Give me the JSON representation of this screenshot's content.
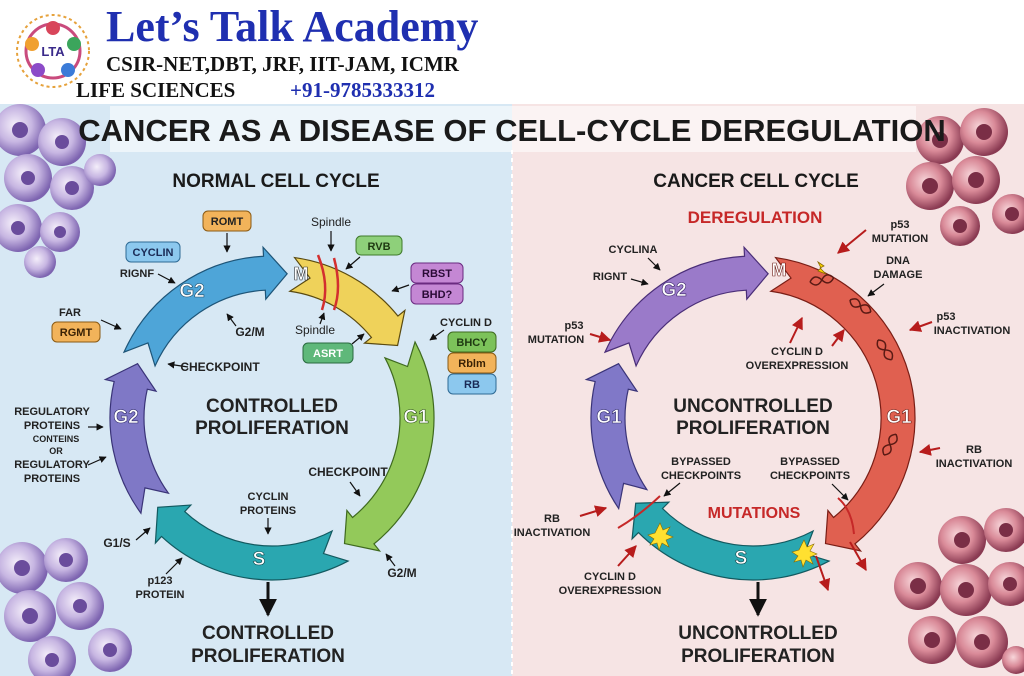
{
  "header": {
    "academy_name": "Let’s Talk Academy",
    "exams": "CSIR-NET,DBT, JRF, IIT-JAM, ICMR",
    "subject": "LIFE SCIENCES",
    "phone": "+91-9785333312",
    "logo_text": "LTA",
    "colors": {
      "academy": "#1f2fb0",
      "phone": "#1f2fb0",
      "text": "#111111"
    }
  },
  "main_title": "CANCER AS A DISEASE OF CELL-CYCLE DEREGULATION",
  "normal": {
    "title": "NORMAL CELL CYCLE",
    "phases": {
      "m": "M",
      "g1": "G1",
      "s": "S",
      "g2_top": "G2",
      "g2_left": "G2"
    },
    "center_line1": "CONTROLLED",
    "center_line2": "PROLIFERATION",
    "bottom_line1": "CONTROLLED",
    "bottom_line2": "PROLIFERATION",
    "badges": {
      "romt": "ROMT",
      "cyclin": "CYCLIN",
      "rvb": "RVB",
      "rbst": "RBST",
      "bhd": "BHD?",
      "rgmt": "RGMT",
      "asrt": "ASRT",
      "bhcy": "BHCY",
      "rblm": "Rblm",
      "rb": "RB"
    },
    "labels": {
      "rignf": "RIGNF",
      "spindle_top": "Spindle",
      "spindle_bottom": "Spindle",
      "g2m_top": "G2/M",
      "cyclin_d": "CYCLIN D",
      "far": "FAR",
      "checkpoint_left": "CHECKPOINT",
      "checkpoint_right": "CHECKPOINT",
      "regulatory": [
        "REGULATORY",
        "PROTEINS",
        "CONTEINS",
        "OR",
        "REGULATORY",
        "PROTEINS"
      ],
      "cyclin_proteins": [
        "CYCLIN",
        "PROTEINS"
      ],
      "g1s": "G1/S",
      "p123": [
        "p123",
        "PROTEIN"
      ],
      "g2m_bottom": "G2/M"
    },
    "colors": {
      "m": "#efd25a",
      "g1": "#93c95a",
      "s": "#2aa7b0",
      "g2_left": "#7f78c6",
      "g2_top": "#4ea5d8",
      "panel": "#d7e8f4"
    }
  },
  "cancer": {
    "title": "CANCER CELL CYCLE",
    "deregulation": "DEREGULATION",
    "phases": {
      "m": "M",
      "g1_right": "G1",
      "s": "S",
      "g2": "G2",
      "g1_left": "G1"
    },
    "center_line1": "UNCONTROLLED",
    "center_line2": "PROLIFERATION",
    "bottom_line1": "UNCONTROLLED",
    "bottom_line2": "PROLIFERATION",
    "mutations": "MUTATIONS",
    "labels": {
      "cyclina": "CYCLINA",
      "rignt": "RIGNT",
      "p53_mutation_top": [
        "p53",
        "MUTATION"
      ],
      "dna_damage": [
        "DNA",
        "DAMAGE"
      ],
      "p53_inactivation": [
        "p53",
        "INACTIVATION"
      ],
      "p53_mutation_left": [
        "p53",
        "MUTATION"
      ],
      "cyclin_d_over_top": [
        "CYCLIN D",
        "OVEREXPRESSION"
      ],
      "rb_inactivation_right": [
        "RB",
        "INACTIVATION"
      ],
      "bypassed_left": [
        "BYPASSED",
        "CHECKPOINTS"
      ],
      "bypassed_right": [
        "BYPASSED",
        "CHECKPOINTS"
      ],
      "rb_inactivation_left": [
        "RB",
        "INACTIVATION"
      ],
      "cyclin_d_over_bottom": [
        "CYCLIN D",
        "OVEREXPRESSION"
      ]
    },
    "colors": {
      "m": "#e06050",
      "g2": "#9a7ac9",
      "s": "#2aa7b0",
      "g1_left": "#8078c8",
      "panel": "#f6e4e4",
      "accent": "#c62828"
    }
  }
}
